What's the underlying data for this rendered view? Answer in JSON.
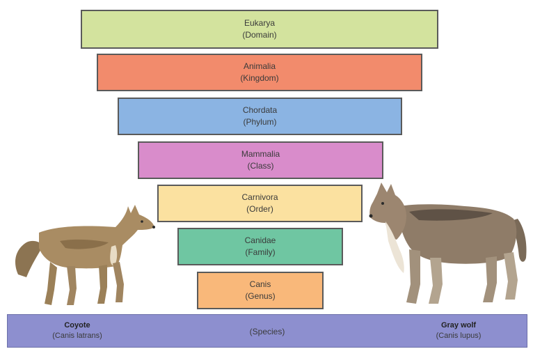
{
  "levels": [
    {
      "name": "Eukarya",
      "rank": "(Domain)",
      "color": "#d3e39e"
    },
    {
      "name": "Animalia",
      "rank": "(Kingdom)",
      "color": "#f28b6c"
    },
    {
      "name": "Chordata",
      "rank": "(Phylum)",
      "color": "#8bb4e3"
    },
    {
      "name": "Mammalia",
      "rank": "(Class)",
      "color": "#d98ccb"
    },
    {
      "name": "Carnivora",
      "rank": "(Order)",
      "color": "#fbe1a0"
    },
    {
      "name": "Canidae",
      "rank": "(Family)",
      "color": "#6fc6a2"
    },
    {
      "name": "Canis",
      "rank": "(Genus)",
      "color": "#f9b87a"
    }
  ],
  "species": {
    "label": "(Species)",
    "color": "#8d8fcf",
    "left_animal": {
      "name": "Coyote",
      "latin": "(Canis latrans)",
      "icon": "coyote-illustration"
    },
    "right_animal": {
      "name": "Gray wolf",
      "latin": "(Canis lupus)",
      "icon": "wolf-illustration"
    }
  }
}
